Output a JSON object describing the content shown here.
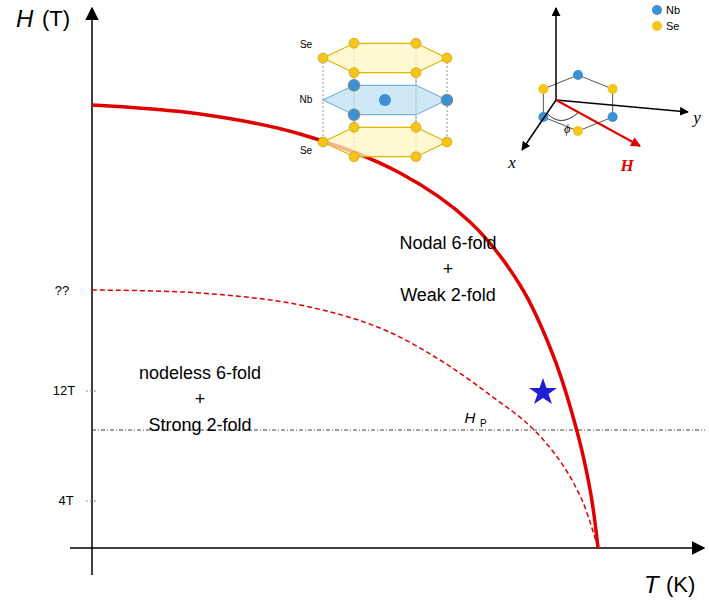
{
  "diagram": {
    "labels": [
      "H",
      "(T)",
      "T",
      "(K)",
      "??",
      "12T",
      "4T",
      "H",
      "P",
      "Nodal 6-fold",
      "+",
      "Weak 2-fold",
      "nodeless 6-fold",
      "+",
      "Strong 2-fold",
      "Se",
      "Nb",
      "Se",
      "x",
      "y",
      "H",
      "ϕ"
    ],
    "legend": [
      {
        "text": "Nb",
        "color": "#3d8fd6"
      },
      {
        "text": "Se",
        "color": "#f5c518"
      }
    ]
  }
}
